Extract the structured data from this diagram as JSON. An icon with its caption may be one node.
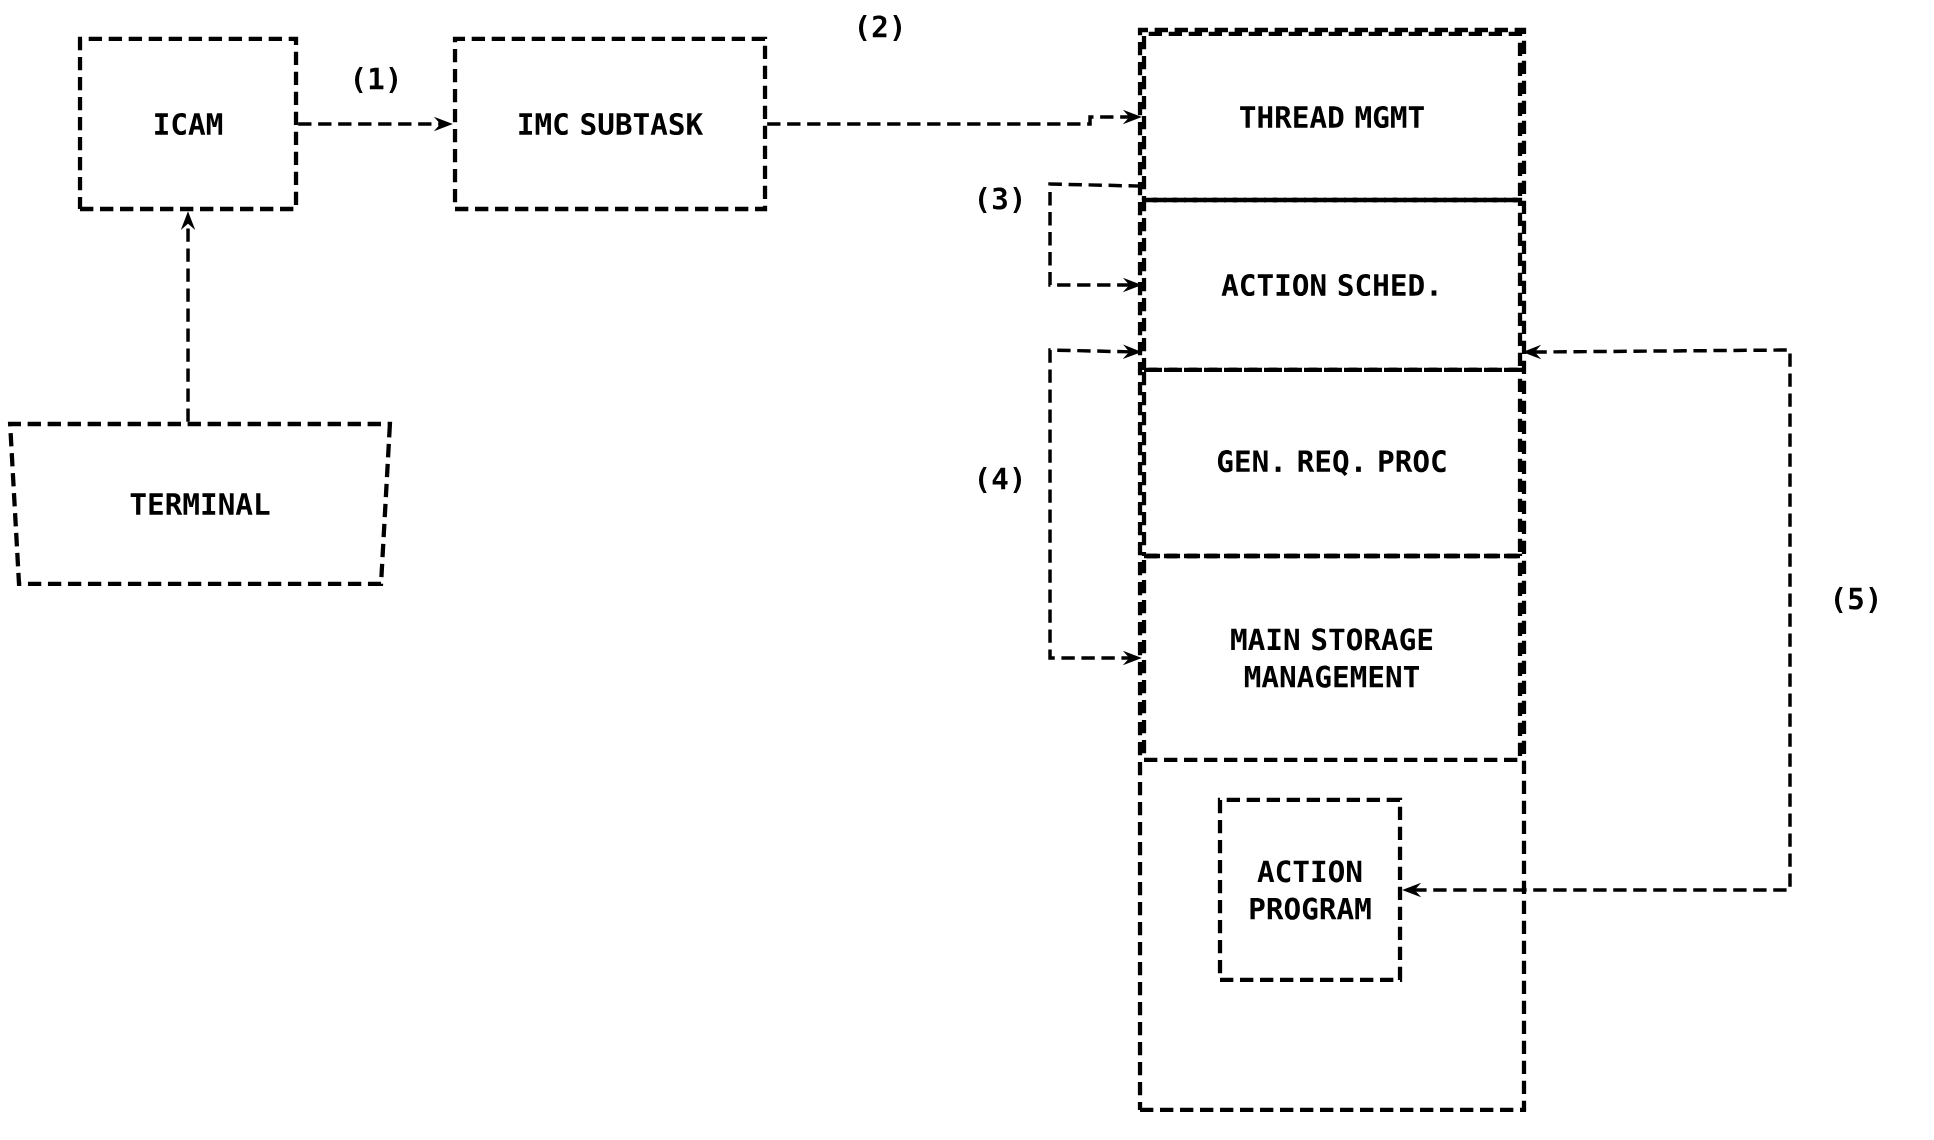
{
  "diagram": {
    "nodes": [
      {
        "text": [
          "ICAM"
        ]
      },
      {
        "text": [
          "IMC SUBTASK"
        ]
      },
      {
        "text": [
          "TERMINAL"
        ]
      },
      {
        "text": [],
        "shape": "box"
      },
      {
        "text": [
          "THREAD MGMT"
        ],
        "in": 3
      },
      {
        "text": [
          "ACTION SCHED."
        ],
        "in": 3
      },
      {
        "text": [
          "GEN. REQ. PROC"
        ],
        "in": 3
      },
      {
        "text": [
          "MAIN STORAGE MANAGEMENT"
        ],
        "in": 3
      },
      {
        "text": [
          "ACTION PROGRAM"
        ],
        "in": 3
      }
    ],
    "edges": [
      {
        "from": 0,
        "to": 1,
        "arrow": "to",
        "label": "(1)"
      },
      {
        "from": 2,
        "to": 0,
        "arrow": "to"
      },
      {
        "from": 1,
        "to": 4,
        "arrow": "to",
        "label": "(2)"
      },
      {
        "from": 4,
        "to": 5,
        "arrow": "to",
        "label": "(3)"
      },
      {
        "from": 5,
        "to": 7,
        "arrow": "both",
        "label": "(4)"
      },
      {
        "from": 5,
        "to": 8,
        "arrow": "both",
        "label": "(5)"
      }
    ]
  }
}
